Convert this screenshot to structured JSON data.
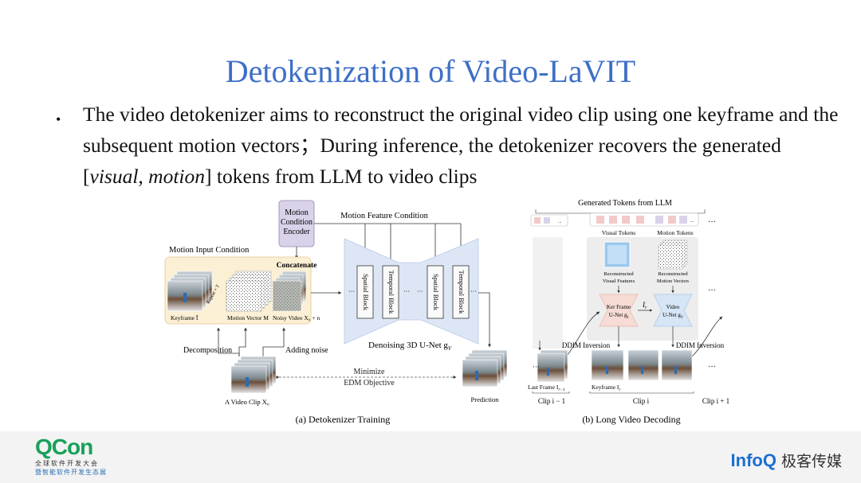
{
  "slide": {
    "title": "Detokenization of Video-LaVIT",
    "bullet_part1": "The video detokenizer aims to reconstruct the original video clip using one keyframe and the subsequent motion vectors；During inference, the detokenizer recovers the generated [",
    "bullet_visual": "visual",
    "bullet_comma": ", ",
    "bullet_motion": "motion",
    "bullet_part2": "] tokens from LLM to video clips"
  },
  "diagram_a": {
    "motion_encoder": [
      "Motion",
      "Condition",
      "Encoder"
    ],
    "motion_feature_condition": "Motion Feature Condition",
    "motion_input_condition": "Motion Input Condition",
    "concatenate": "Concatenate",
    "repeat_label": "Repeat × T",
    "keyframe_label": "Keyframe Ī",
    "motion_vector_label": "Motion Vector M",
    "noisy_video_label": "Noisy Video X₀ + n",
    "spatial_block": "Spatial Block",
    "temporal_block": "Temporal Block",
    "ellipsis": "···",
    "unet_label": "Denoising 3D U-Net g",
    "unet_sub": "V",
    "decomposition": "Decomposition",
    "adding_noise": "Adding noise",
    "minimize": "Minimize",
    "edm_objective": "EDM Objective",
    "video_clip_label": "A Video Clip X₀",
    "prediction": "Prediction",
    "caption": "(a) Detokenizer Training"
  },
  "diagram_b": {
    "generated_tokens": "Generated Tokens from LLM",
    "visual_tokens": "Visual Tokens",
    "motion_tokens": "Motion Tokens",
    "reconstructed_visual": [
      "Reconstructed",
      "Visual Features"
    ],
    "reconstructed_motion": [
      "Reconstructed",
      "Motion Vectors"
    ],
    "ker_frame_unet": [
      "Ker Frame",
      "U-Net g",
      "I"
    ],
    "ir_label": "I",
    "ir_sub": "r",
    "video_unet": [
      "Video",
      "U-Net g",
      "V"
    ],
    "ddim_inversion_1": "DDIM Inversion",
    "ddim_inversion_2": "DDIM Inversion",
    "last_frame": "Last Frame I",
    "last_frame_sub": "r−1",
    "keyframe_ir": "Keyframe I",
    "keyframe_ir_sub": "r",
    "clip_prev": "Clip i − 1",
    "clip_cur": "Clip i",
    "clip_next": "Clip i + 1",
    "ellipsis": "···",
    "token_placeholder": "...",
    "caption": "(b) Long Video Decoding"
  },
  "footer": {
    "qcon_logo": "QCon",
    "qcon_sub1": "全球软件开发大会",
    "qcon_sub2": "暨智能软件开发生态展",
    "infoq_logo": "InfoQ",
    "infoq_cn": "极客传媒"
  },
  "colors": {
    "title": "#3d6fc6",
    "unet_fill": "#dde6f5",
    "encoder_fill": "#d9d2ea",
    "input_bg": "#fbefd4",
    "ker_frame_fill": "#f6dcd4",
    "video_unet_fill": "#d6e6f7",
    "qcon_green": "#19a05a",
    "infoq_blue": "#1a6fd1"
  }
}
